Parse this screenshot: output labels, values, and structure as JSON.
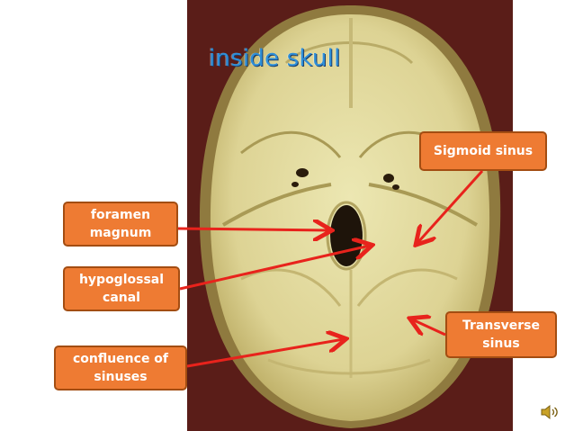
{
  "slide": {
    "title": "inside skull",
    "labels": {
      "foramen_magnum": "foramen\nmagnum",
      "hypoglossal_canal": "hypoglossal\ncanal",
      "confluence_of_sinuses": "confluence of\nsinuses",
      "sigmoid_sinus": "Sigmoid sinus",
      "transverse_sinus": "Transverse\nsinus"
    },
    "colors": {
      "label_fill": "#ee7b33",
      "label_border": "#a34d12",
      "arrow": "#e8231c",
      "title": "#2f8fd8",
      "photo_background": "#5a1d18",
      "bone": "#e8e0a0"
    },
    "icons": [
      "speaker-icon"
    ]
  }
}
